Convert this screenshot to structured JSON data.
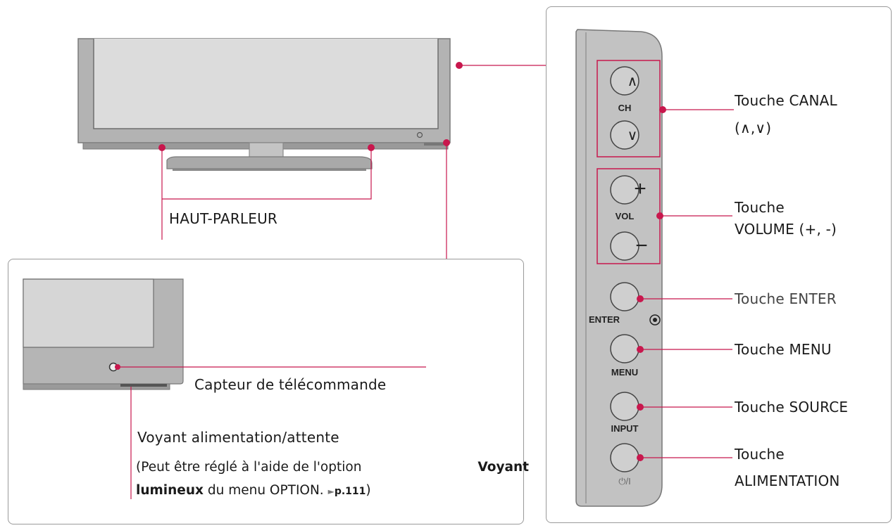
{
  "labels": {
    "speaker": "HAUT-PARLEUR",
    "channel_line1": "Touche CANAL",
    "channel_line2": "(∧,∨)",
    "volume_line1": "Touche",
    "volume_line2": "VOLUME (+, -)",
    "enter": "Touche ENTER",
    "menu": "Touche MENU",
    "source": "Touche SOURCE",
    "power_line1": "Touche",
    "power_line2": "ALIMENTATION",
    "remote_sensor": "Capteur de télécommande",
    "power_indicator": "Voyant alimentation/attente"
  },
  "note": {
    "open": "(Peut être réglé à l'aide de l'option",
    "bold1": "Voyant",
    "bold2": "lumineux",
    "mid": "du menu OPTION.",
    "arrow": "►",
    "ref": "p.111",
    "close": ")"
  },
  "buttons": {
    "ch": "CH",
    "vol": "VOL",
    "enter": "ENTER",
    "menu": "MENU",
    "input": "INPUT",
    "power": "⏻/I",
    "up": "∧",
    "down": "∨",
    "plus": "+",
    "minus": "−"
  },
  "colors": {
    "callout": "#c8174d",
    "frame": "#8c8c8c",
    "frame_fill": "#b0b0b0",
    "screen": "#d4d4d4"
  }
}
